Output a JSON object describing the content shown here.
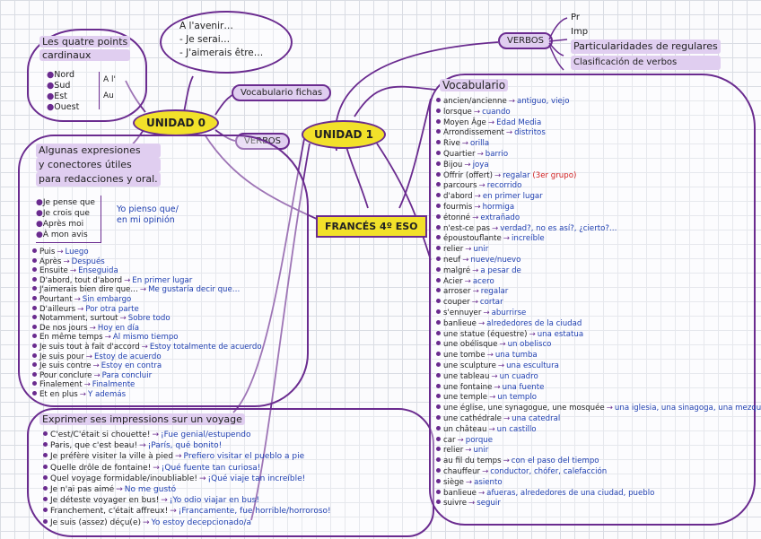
{
  "central": "FRANCÉS 4º ESO",
  "unidad0": "UNIDAD 0",
  "unidad1": "UNIDAD 1",
  "vocab_fichas": "Vocabulario fichas",
  "verbos_u0": "VERBOS",
  "points": {
    "title": [
      "Les quatre points",
      "cardinaux"
    ],
    "items": [
      "Nord",
      "Sud",
      "Est",
      "Ouest"
    ],
    "side": [
      "A l'",
      "Au"
    ]
  },
  "avenir": {
    "title": "A l'avenir…",
    "lines": [
      "- Je serai…",
      "- J'aimerais être…"
    ]
  },
  "verbos": {
    "title": "VERBOS",
    "items": [
      "Pr",
      "Imp",
      "Particularidades de regulares",
      "Clasificación de verbos"
    ]
  },
  "expresiones": {
    "title": [
      "Algunas expresiones",
      "y conectores útiles",
      "para redacciones y oral."
    ],
    "opinion_fr": [
      "Je pense que",
      "Je crois que",
      "Après moi",
      "À mon avis"
    ],
    "opinion_es": [
      "Yo pienso que/",
      "en mi opinión"
    ],
    "items": [
      [
        "Puis",
        "Luego"
      ],
      [
        "Après",
        "Después"
      ],
      [
        "Ensuite",
        "Enseguida"
      ],
      [
        "D'abord, tout d'abord",
        "En primer lugar"
      ],
      [
        "J'aimerais bien dire que…",
        "Me gustaría decir que…"
      ],
      [
        "Pourtant",
        "Sin embargo"
      ],
      [
        "D'ailleurs",
        "Por otra parte"
      ],
      [
        "Notamment, surtout",
        "Sobre todo"
      ],
      [
        "De nos jours",
        "Hoy en día"
      ],
      [
        "En même temps",
        "Al mismo tiempo"
      ],
      [
        "Je suis tout à fait d'accord",
        "Estoy totalmente de acuerdo"
      ],
      [
        "Je suis pour",
        "Estoy de acuerdo"
      ],
      [
        "Je suis contre",
        "Estoy en contra"
      ],
      [
        "Pour conclure",
        "Para concluir"
      ],
      [
        "Finalement",
        "Finalmente"
      ],
      [
        "Et en plus",
        "Y además"
      ]
    ]
  },
  "impressions": {
    "title": "Exprimer ses impressions sur un voyage",
    "items": [
      [
        "C'est/C'était si chouette!",
        "¡Fue genial/estupendo"
      ],
      [
        "Paris, que c'est beau!",
        "¡París, qué bonito!"
      ],
      [
        "Je préfère visiter la ville à pied",
        "Prefiero visitar el pueblo a pie"
      ],
      [
        "Quelle drôle de fontaine!",
        "¡Qué fuente tan curiosa!"
      ],
      [
        "Quel voyage formidable/inoubliable!",
        "¡Qué viaje tan increíble!"
      ],
      [
        "Je n'ai pas aimé",
        "No me gustó"
      ],
      [
        "Je déteste voyager en bus!",
        "¡Yo odio viajar en bus!"
      ],
      [
        "Franchement, c'était affreux!",
        "¡Francamente, fue horrible/horroroso!"
      ],
      [
        "Je suis (assez) déçu(e)",
        "Yo estoy decepcionado/a"
      ]
    ]
  },
  "vocabulario": {
    "title": "Vocabulario",
    "items": [
      [
        "ancien/ancienne",
        "antiguo, viejo",
        ""
      ],
      [
        "lorsque",
        "cuando",
        ""
      ],
      [
        "Moyen Âge",
        "Edad Media",
        ""
      ],
      [
        "Arrondissement",
        "distritos",
        ""
      ],
      [
        "Rive",
        "orilla",
        ""
      ],
      [
        "Quartier",
        "barrio",
        ""
      ],
      [
        "Bijou",
        "joya",
        ""
      ],
      [
        "Offrir (offert)",
        "regalar",
        "(3er grupo)"
      ],
      [
        "parcours",
        "recorrido",
        ""
      ],
      [
        "d'abord",
        "en primer lugar",
        ""
      ],
      [
        "fourmis",
        "hormiga",
        ""
      ],
      [
        "étonné",
        "extrañado",
        ""
      ],
      [
        "n'est-ce pas",
        "verdad?, no es así?, ¿cierto?…",
        ""
      ],
      [
        "époustouflante",
        "increíble",
        ""
      ],
      [
        "relier",
        "unir",
        ""
      ],
      [
        "neuf",
        "nueve/nuevo",
        ""
      ],
      [
        "malgré",
        "a pesar de",
        ""
      ],
      [
        "Acier",
        "acero",
        ""
      ],
      [
        "arroser",
        "regalar",
        ""
      ],
      [
        "couper",
        "cortar",
        ""
      ],
      [
        "s'ennuyer",
        "aburrirse",
        ""
      ],
      [
        "banlieue",
        "alrededores de la ciudad",
        ""
      ],
      [
        "une statue (équestre)",
        "una estatua",
        ""
      ],
      [
        "une obélisque",
        "un obelisco",
        ""
      ],
      [
        "une tombe",
        "una tumba",
        ""
      ],
      [
        "une sculpture",
        "una escultura",
        ""
      ],
      [
        "une tableau",
        "un cuadro",
        ""
      ],
      [
        "une fontaine",
        "una fuente",
        ""
      ],
      [
        "une temple",
        "un templo",
        ""
      ],
      [
        "une église, une synagogue, une mosquée",
        "una iglesia, una sinagoga, una mezquita",
        ""
      ],
      [
        "une cathédrale",
        "una catedral",
        ""
      ],
      [
        "un château",
        "un castillo",
        ""
      ],
      [
        "car",
        "porque",
        ""
      ],
      [
        "relier",
        "unir",
        ""
      ],
      [
        "au fil du temps",
        "con el paso del tiempo",
        ""
      ],
      [
        "chauffeur",
        "conductor, chófer, calefacción",
        ""
      ],
      [
        "siège",
        "asiento",
        ""
      ],
      [
        "banlieue",
        "afueras, alrededores de una ciudad, pueblo",
        ""
      ],
      [
        "suivre",
        "seguir",
        ""
      ]
    ]
  }
}
